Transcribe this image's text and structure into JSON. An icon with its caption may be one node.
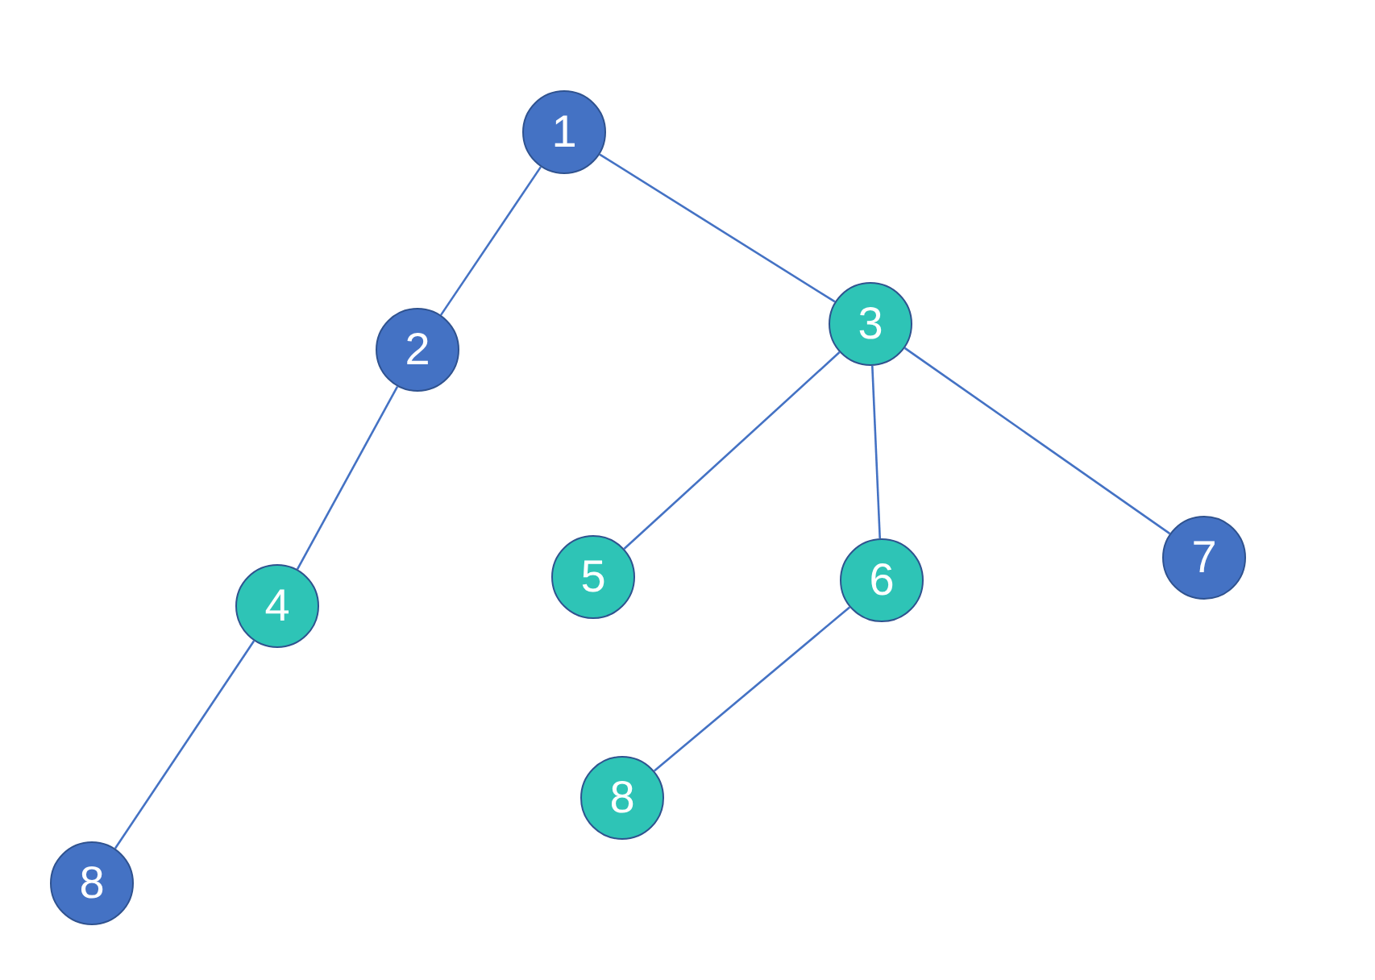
{
  "diagram": {
    "nodes": [
      {
        "text": [
          "1"
        ]
      },
      {
        "text": [
          "2"
        ]
      },
      {
        "text": [
          "3"
        ]
      },
      {
        "text": [
          "4"
        ]
      },
      {
        "text": [
          "5"
        ]
      },
      {
        "text": [
          "6"
        ]
      },
      {
        "text": [
          "7"
        ]
      },
      {
        "text": [
          "8"
        ]
      },
      {
        "text": [
          "8"
        ]
      }
    ],
    "edges": [
      {
        "from": 0,
        "to": 1,
        "arrow": "none"
      },
      {
        "from": 0,
        "to": 2,
        "arrow": "none"
      },
      {
        "from": 1,
        "to": 3,
        "arrow": "none"
      },
      {
        "from": 3,
        "to": 7,
        "arrow": "none"
      },
      {
        "from": 2,
        "to": 4,
        "arrow": "none"
      },
      {
        "from": 2,
        "to": 5,
        "arrow": "none"
      },
      {
        "from": 2,
        "to": 6,
        "arrow": "none"
      },
      {
        "from": 5,
        "to": 8,
        "arrow": "none"
      }
    ]
  }
}
